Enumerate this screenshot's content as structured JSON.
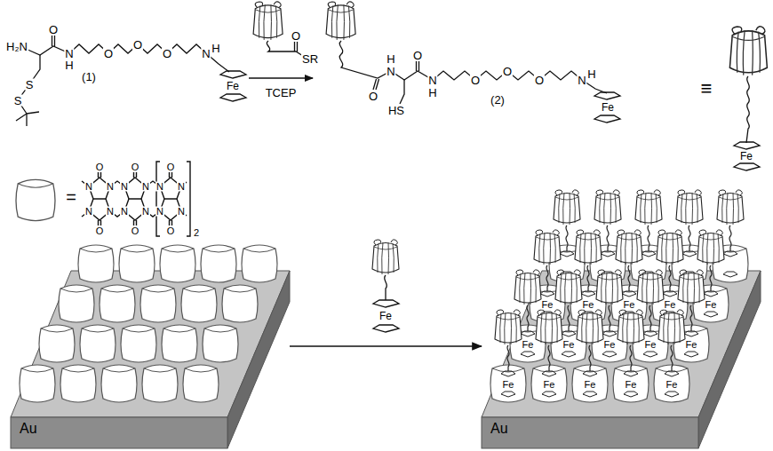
{
  "diagram": {
    "nodes": [
      {
        "text": [
          "Au"
        ]
      },
      {
        "text": [
          "Au"
        ]
      }
    ],
    "edges": [
      {
        "from": 0,
        "to": 1,
        "arrow": "to"
      }
    ],
    "labels": [
      "H₂N",
      "O",
      "N",
      "H",
      "O",
      "O",
      "O",
      "N",
      "H",
      "Fe",
      "S",
      "S",
      "(1)",
      "O",
      "SR",
      "TCEP",
      "O",
      "H",
      "N",
      "O",
      "HS",
      "N",
      "H",
      "O",
      "O",
      "O",
      "N",
      "H",
      "Fe",
      "(2)",
      "≡",
      "Fe",
      "=",
      "O",
      "N",
      "N",
      "N",
      "N",
      "O",
      "O",
      "N",
      "N",
      "N",
      "N",
      "O",
      "O",
      "N",
      "N",
      "N",
      "N",
      "O",
      "2",
      "Fe",
      "Fe",
      "Fe",
      "Fe",
      "Fe",
      "Fe",
      "Fe",
      "Fe",
      "Fe",
      "Fe",
      "Fe",
      "Fe",
      "Fe",
      "Fe",
      "Fe",
      "Fe"
    ]
  }
}
